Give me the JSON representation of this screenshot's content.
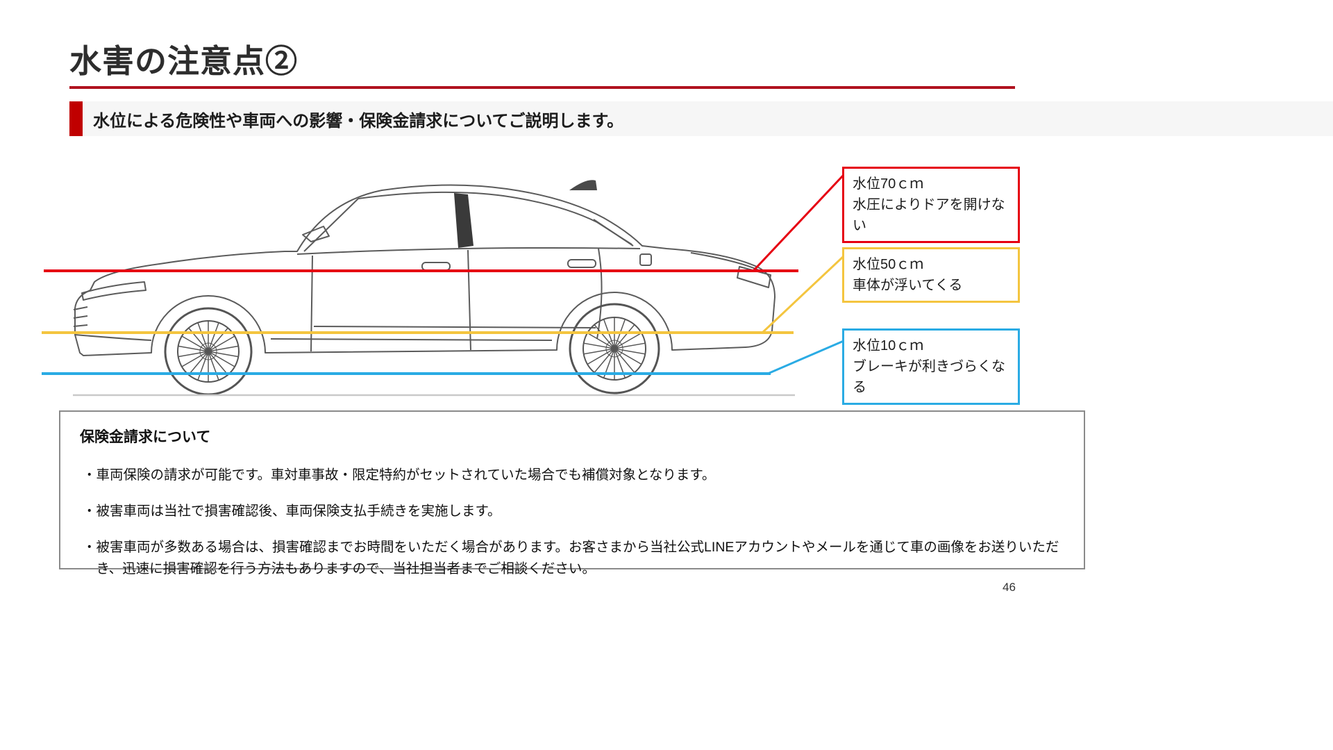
{
  "page": {
    "title": "水害の注意点②",
    "page_number": "46",
    "title_underline_color": "#b0121f",
    "subtitle_accent_color": "#c00000"
  },
  "subtitle": {
    "text": "水位による危険性や車両への影響・保険金請求についてご説明します。"
  },
  "diagram": {
    "description": "乗用車の側面線画と3本の水位ライン",
    "levels": [
      {
        "name": "water-level-70cm",
        "color": "#e60012",
        "depth_label": "水位70ｃｍ",
        "effect_label": "水圧によりドアを開けない"
      },
      {
        "name": "water-level-50cm",
        "color": "#f4c53f",
        "depth_label": "水位50ｃｍ",
        "effect_label": "車体が浮いてくる"
      },
      {
        "name": "water-level-10cm",
        "color": "#2aabe4",
        "depth_label": "水位10ｃｍ",
        "effect_label": "ブレーキが利きづらくなる"
      }
    ]
  },
  "info_box": {
    "title": "保険金請求について",
    "bullets": [
      "・車両保険の請求が可能です。車対車事故・限定特約がセットされていた場合でも補償対象となります。",
      "・被害車両は当社で損害確認後、車両保険支払手続きを実施します。",
      "・被害車両が多数ある場合は、損害確認までお時間をいただく場合があります。お客さまから当社公式LINEアカウントやメールを通じて車の画像をお送りいただき、迅速に損害確認を行う方法もありますので、当社担当者までご相談ください。"
    ]
  }
}
